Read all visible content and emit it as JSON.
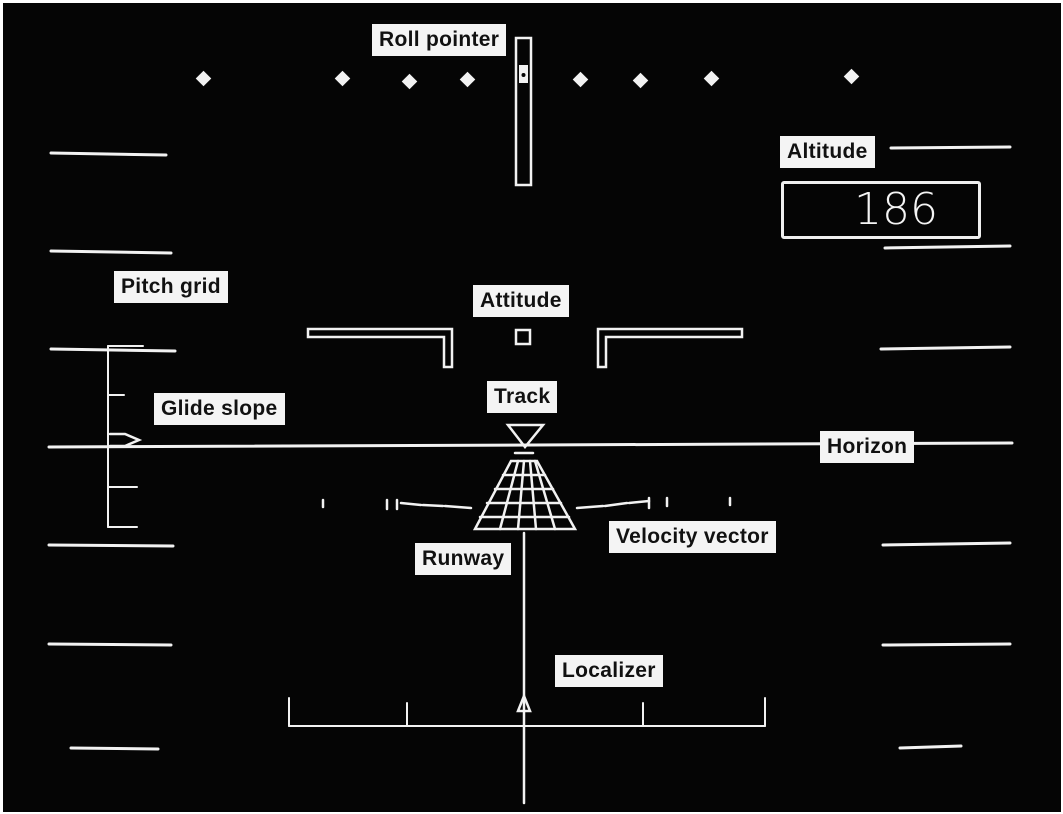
{
  "labels": {
    "roll_pointer": "Roll pointer",
    "altitude": "Altitude",
    "pitch_grid": "Pitch grid",
    "attitude": "Attitude",
    "glide_slope": "Glide slope",
    "track": "Track",
    "horizon": "Horizon",
    "velocity_vector": "Velocity vector",
    "runway": "Runway",
    "localizer": "Localizer"
  },
  "altitude_readout": "186",
  "colors": {
    "background": "#050505",
    "symbology": "#f2f2f2",
    "label_box": "#f4f4f4",
    "frame": "#ffffff"
  }
}
